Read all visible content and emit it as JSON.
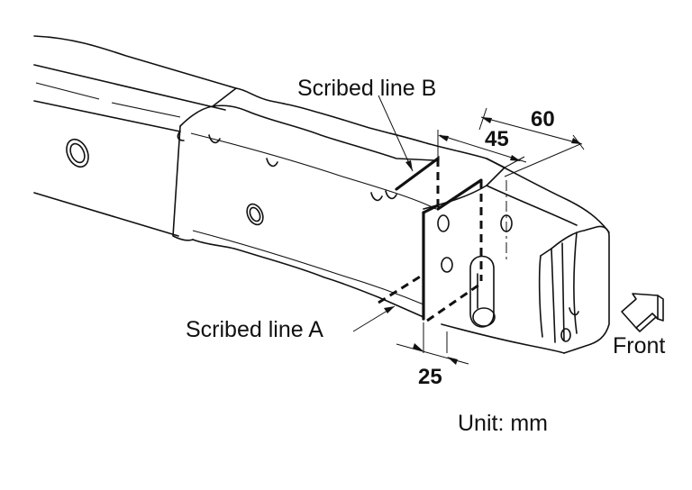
{
  "labels": {
    "scribed_line_b": "Scribed line B",
    "scribed_line_a": "Scribed line A",
    "dim_60": "60",
    "dim_45": "45",
    "dim_25": "25",
    "front": "Front",
    "unit": "Unit: mm"
  },
  "colors": {
    "ink": "#111111",
    "background": "#ffffff"
  },
  "icons": {
    "front_arrow": "front-direction-arrow-icon"
  }
}
